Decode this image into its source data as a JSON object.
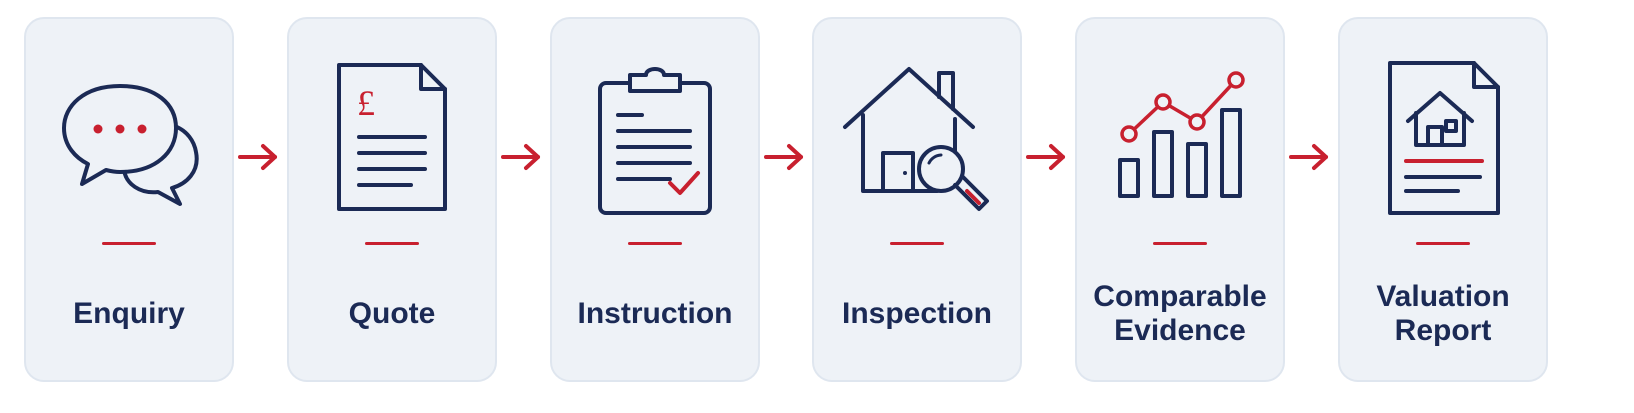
{
  "colors": {
    "navy": "#1b2a55",
    "red": "#c8202f",
    "card_bg": "#eef2f7",
    "card_border": "#dfe6ef"
  },
  "steps": [
    {
      "label": "Enquiry",
      "icon": "chat-bubbles-icon"
    },
    {
      "label": "Quote",
      "icon": "pound-document-icon",
      "icon_text": "£"
    },
    {
      "label": "Instruction",
      "icon": "clipboard-check-icon"
    },
    {
      "label": "Inspection",
      "icon": "house-magnifier-icon"
    },
    {
      "label": "Comparable Evidence",
      "icon": "bar-chart-trend-icon"
    },
    {
      "label": "Valuation Report",
      "icon": "house-report-icon"
    }
  ]
}
